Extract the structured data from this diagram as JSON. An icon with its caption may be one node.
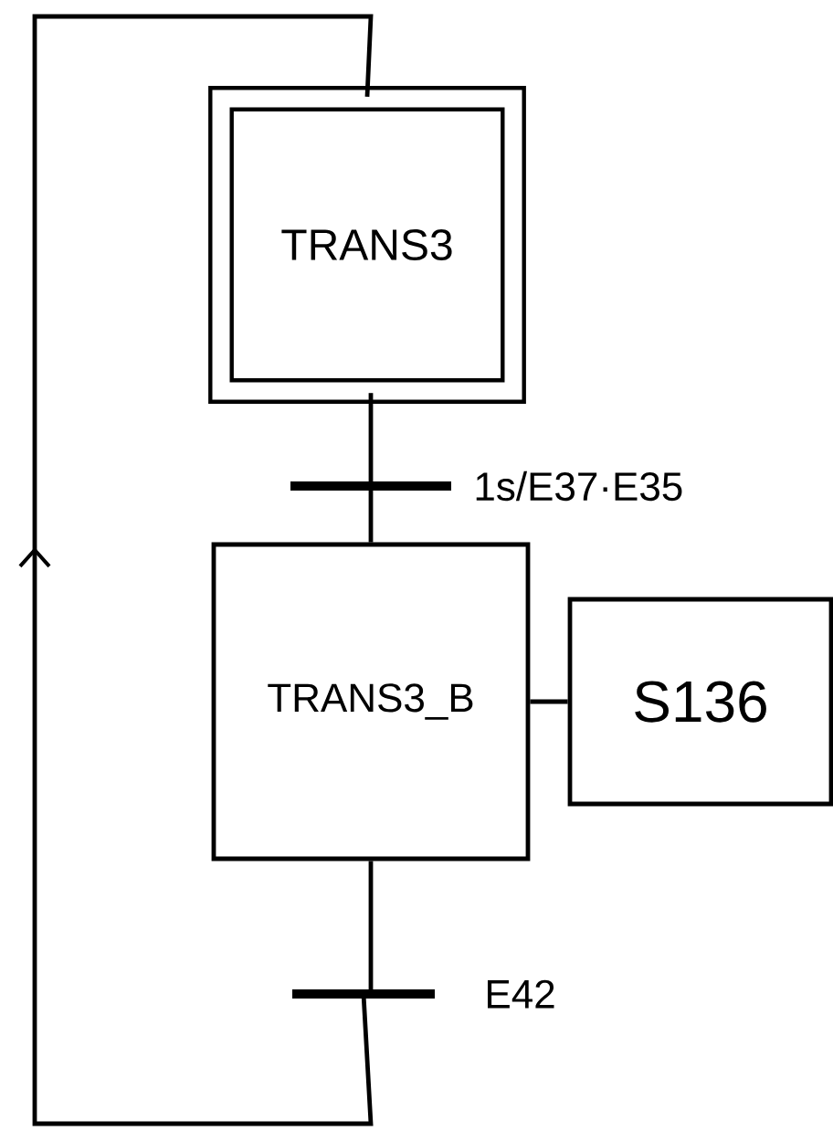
{
  "diagram": {
    "nodes": [
      {
        "text": [
          "TRANS3"
        ]
      },
      {
        "text": [
          "TRANS3_B"
        ]
      },
      {
        "text": [
          "S136"
        ]
      },
      {
        "text": [],
        "shape": "bar",
        "beside": [
          "1s/E37·E35"
        ]
      },
      {
        "text": [],
        "shape": "bar",
        "beside": [
          "E42"
        ]
      }
    ],
    "edges": [
      {
        "from": 0,
        "to": 3,
        "arrow": "none"
      },
      {
        "from": 3,
        "to": 1,
        "arrow": "none"
      },
      {
        "from": 1,
        "to": 2,
        "arrow": "none"
      },
      {
        "from": 1,
        "to": 4,
        "arrow": "none"
      },
      {
        "from": 4,
        "to": 0,
        "arrow": "to"
      }
    ]
  }
}
